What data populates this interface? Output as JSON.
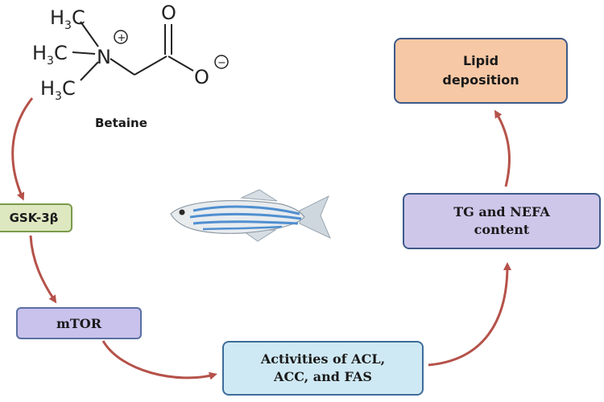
{
  "molecule": {
    "name": "Betaine",
    "groups": {
      "methyl": "H",
      "methyl_sub": "3",
      "carbon": "C",
      "nitrogen": "N",
      "oxygen_double": "O",
      "oxygen_single": "O"
    },
    "charges": {
      "positive": "+",
      "negative": "−"
    }
  },
  "nodes": {
    "gsk": "GSK-3β",
    "mtor": "mTOR",
    "enzymes": "Activities of ACL,\nACC, and FAS",
    "tg": "TG  and NEFA\ncontent",
    "lipid": "Lipid\ndeposition"
  },
  "colors": {
    "arrow": "#b5524a",
    "bond": "#222222",
    "fish_body": "#e8ecef",
    "fish_stripe": "#4f8fd0"
  }
}
